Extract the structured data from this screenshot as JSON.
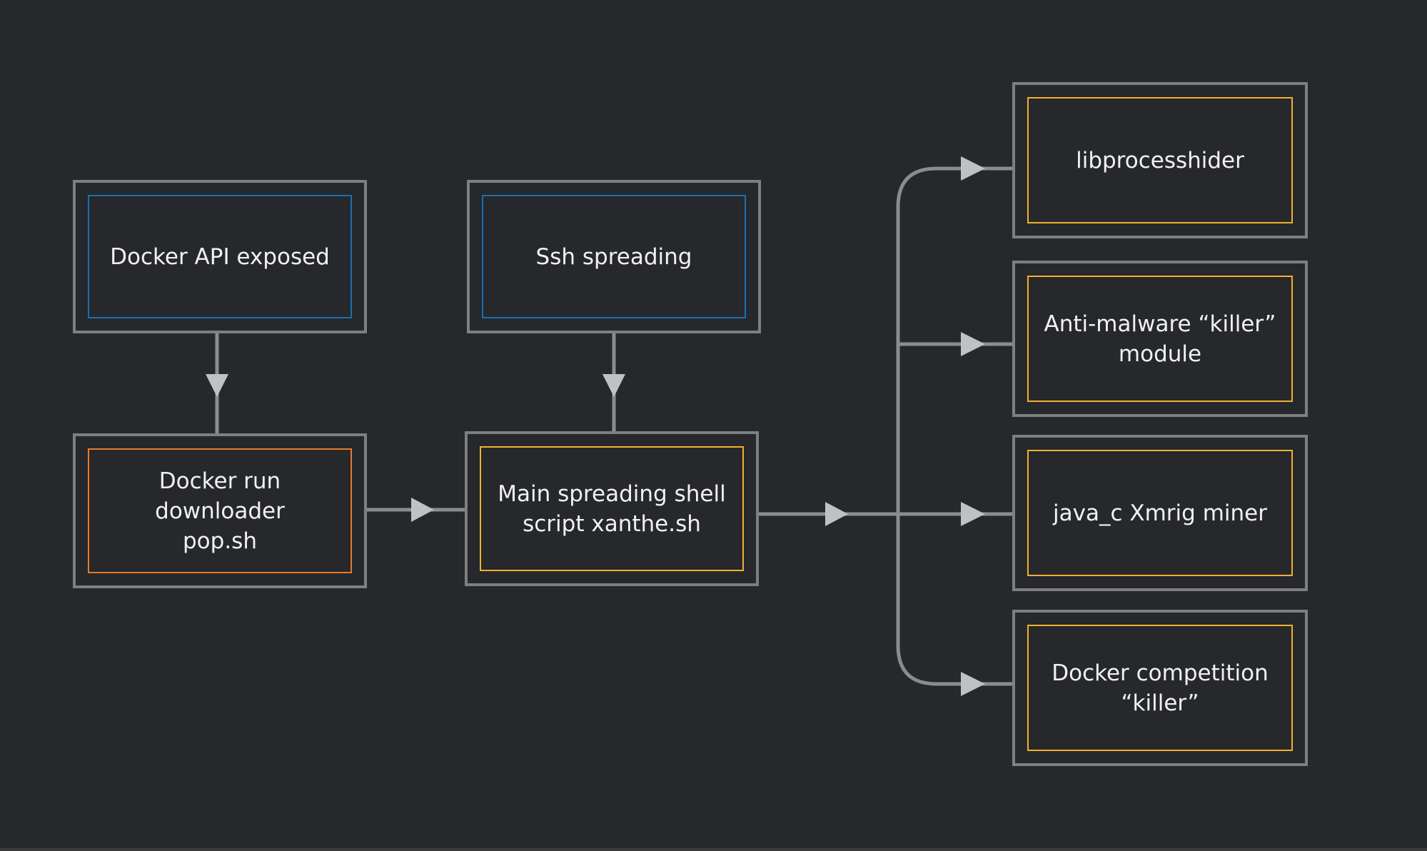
{
  "colors": {
    "background": "#26282b",
    "outer_border": "#7d7f80",
    "connector": "#8a8c8d",
    "arrowhead": "#bfc1c2",
    "text": "#f1f1f1",
    "entry_border": "#1a6fb5",
    "downloader_border": "#e47a2c",
    "payload_border": "#f2b02e"
  },
  "nodes": {
    "docker_api": {
      "label": "Docker API exposed",
      "accent": "#1a6fb5"
    },
    "ssh": {
      "label": "Ssh spreading",
      "accent": "#1a6fb5"
    },
    "docker_run": {
      "label": "Docker run downloader\npop.sh",
      "accent": "#e47a2c"
    },
    "main_script": {
      "label": "Main spreading shell\nscript xanthe.sh",
      "accent": "#f2b02e"
    },
    "libprocesshider": {
      "label": "libprocesshider",
      "accent": "#f2b02e"
    },
    "anti_malware": {
      "label": "Anti-malware “killer”\nmodule",
      "accent": "#f2b02e"
    },
    "xmrig": {
      "label": "java_c Xmrig miner",
      "accent": "#f2b02e"
    },
    "docker_killer": {
      "label": "Docker competition\n“killer”",
      "accent": "#f2b02e"
    }
  }
}
